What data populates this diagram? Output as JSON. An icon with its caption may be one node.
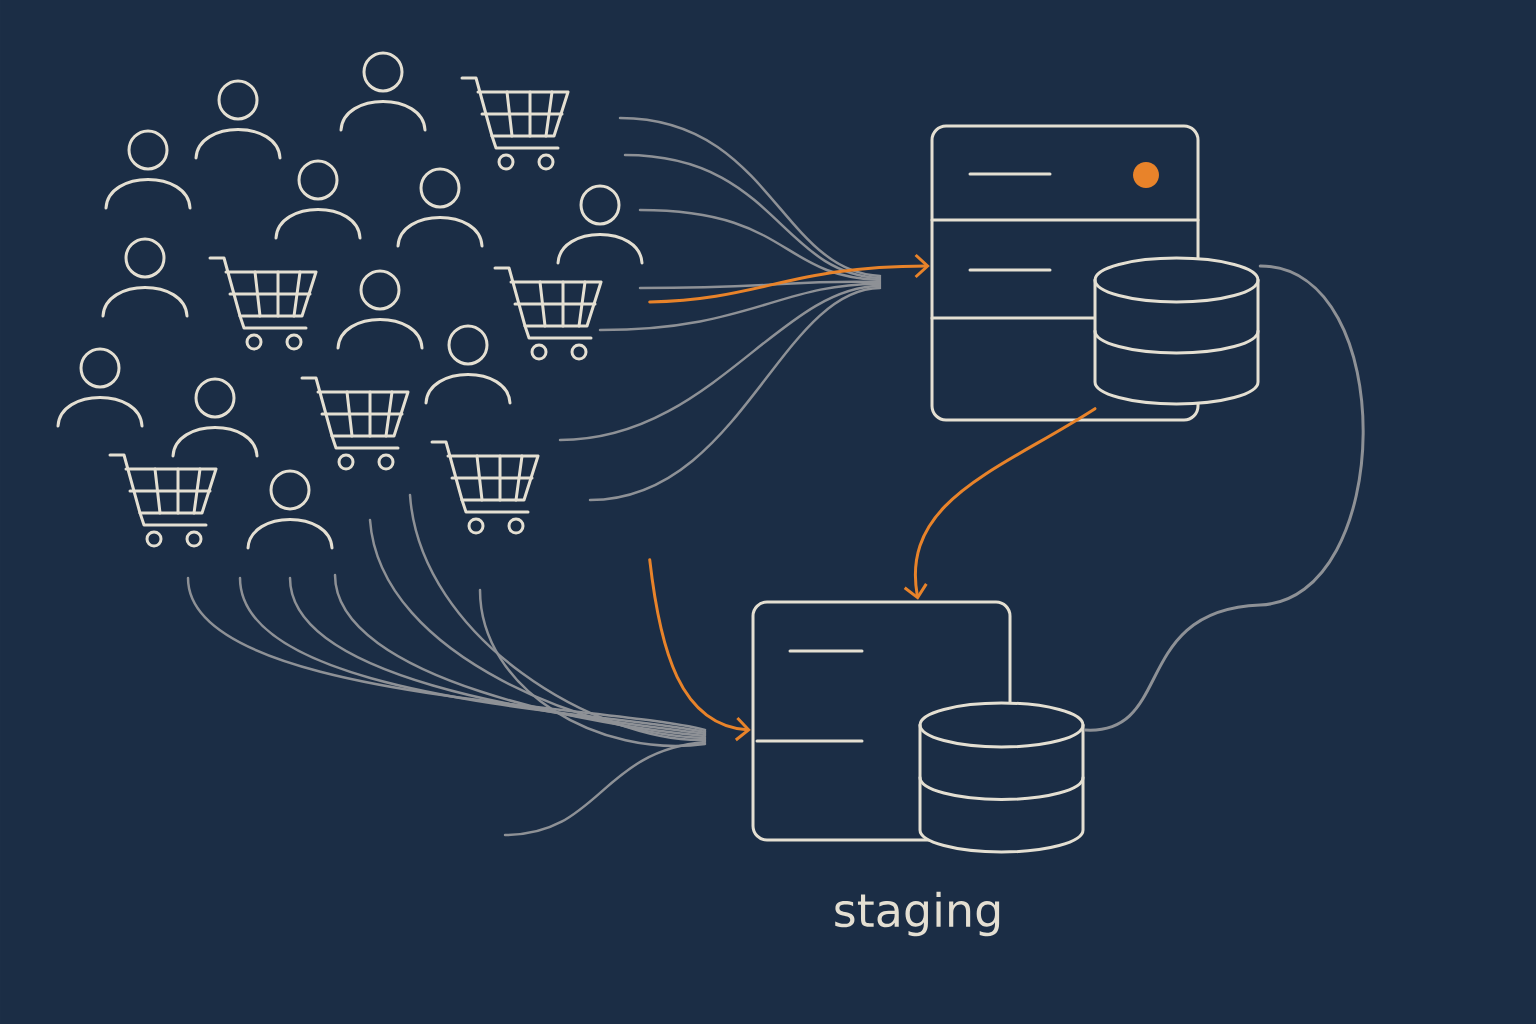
{
  "diagram": {
    "nodes": [
      {
        "text": [],
        "shape": "picture"
      },
      {
        "text": [],
        "shape": "picture"
      },
      {
        "text": [
          "staging"
        ]
      }
    ],
    "edges": [
      {
        "from": 0,
        "to": 1,
        "arrow": "to"
      },
      {
        "from": 0,
        "to": 2,
        "arrow": "to"
      },
      {
        "from": 1,
        "to": 2,
        "arrow": "to"
      },
      {
        "from": 1,
        "to": 2,
        "arrow": "none",
        "color": "#8e9196"
      }
    ]
  }
}
